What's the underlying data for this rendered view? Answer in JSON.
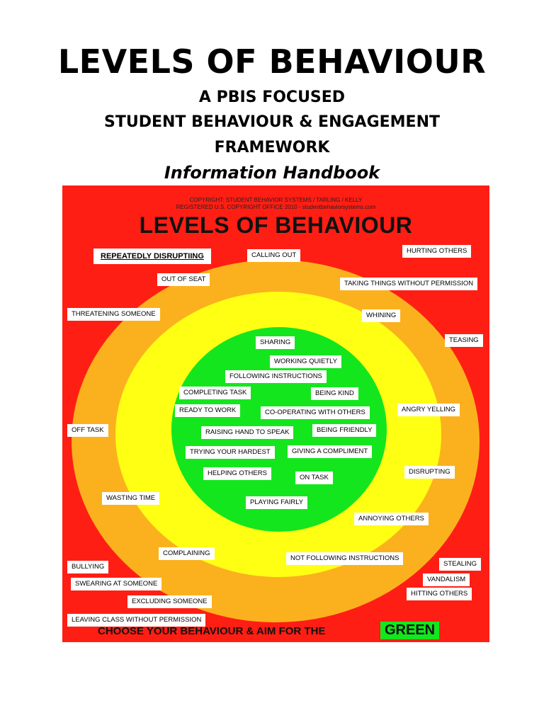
{
  "header": {
    "title": "LEVELS OF BEHAVIOUR",
    "line1": "A PBIS FOCUSED",
    "line2": "STUDENT BEHAVIOUR & ENGAGEMENT",
    "line3": "FRAMEWORK",
    "line4": "Information Handbook"
  },
  "poster": {
    "copyright1": "COPYRIGHT: STUDENT BEHAVIOR SYSTEMS / TARLING / KELLY",
    "copyright2": "REGISTERED U.S. COPYRIGHT OFFICE 2010 - studentbehaviorsystems.com",
    "title": "LEVELS OF BEHAVIOUR",
    "footer_text": "CHOOSE YOUR BEHAVIOUR & AIM FOR THE",
    "footer_green": "GREEN",
    "colors": {
      "red": "#ff1e14",
      "orange": "#fbb11e",
      "yellow": "#ffff14",
      "green": "#14e61e"
    },
    "red_labels": [
      "REPEATEDLY DISRUPTIING",
      "HURTING OTHERS",
      "THREATENING SOMEONE",
      "TEASING",
      "OFF TASK",
      "BULLYING",
      "SWEARING AT SOMEONE",
      "STEALING",
      "VANDALISM",
      "HITTING OTHERS",
      "EXCLUDING SOMEONE",
      "LEAVING CLASS WITHOUT PERMISSION"
    ],
    "orange_labels": [
      "CALLING OUT",
      "OUT OF SEAT",
      "TAKING THINGS WITHOUT PERMISSION",
      "WHINING",
      "ANGRY YELLING",
      "DISRUPTING",
      "WASTING TIME",
      "ANNOYING OTHERS",
      "COMPLAINING",
      "NOT FOLLOWING INSTRUCTIONS"
    ],
    "green_labels": [
      "SHARING",
      "WORKING QUIETLY",
      "FOLLOWING INSTRUCTIONS",
      "COMPLETING TASK",
      "BEING KIND",
      "READY TO WORK",
      "CO-OPERATING WITH OTHERS",
      "RAISING HAND TO SPEAK",
      "BEING FRIENDLY",
      "TRYING YOUR HARDEST",
      "GIVING A COMPLIMENT",
      "HELPING OTHERS",
      "ON TASK",
      "PLAYING FAIRLY"
    ]
  }
}
